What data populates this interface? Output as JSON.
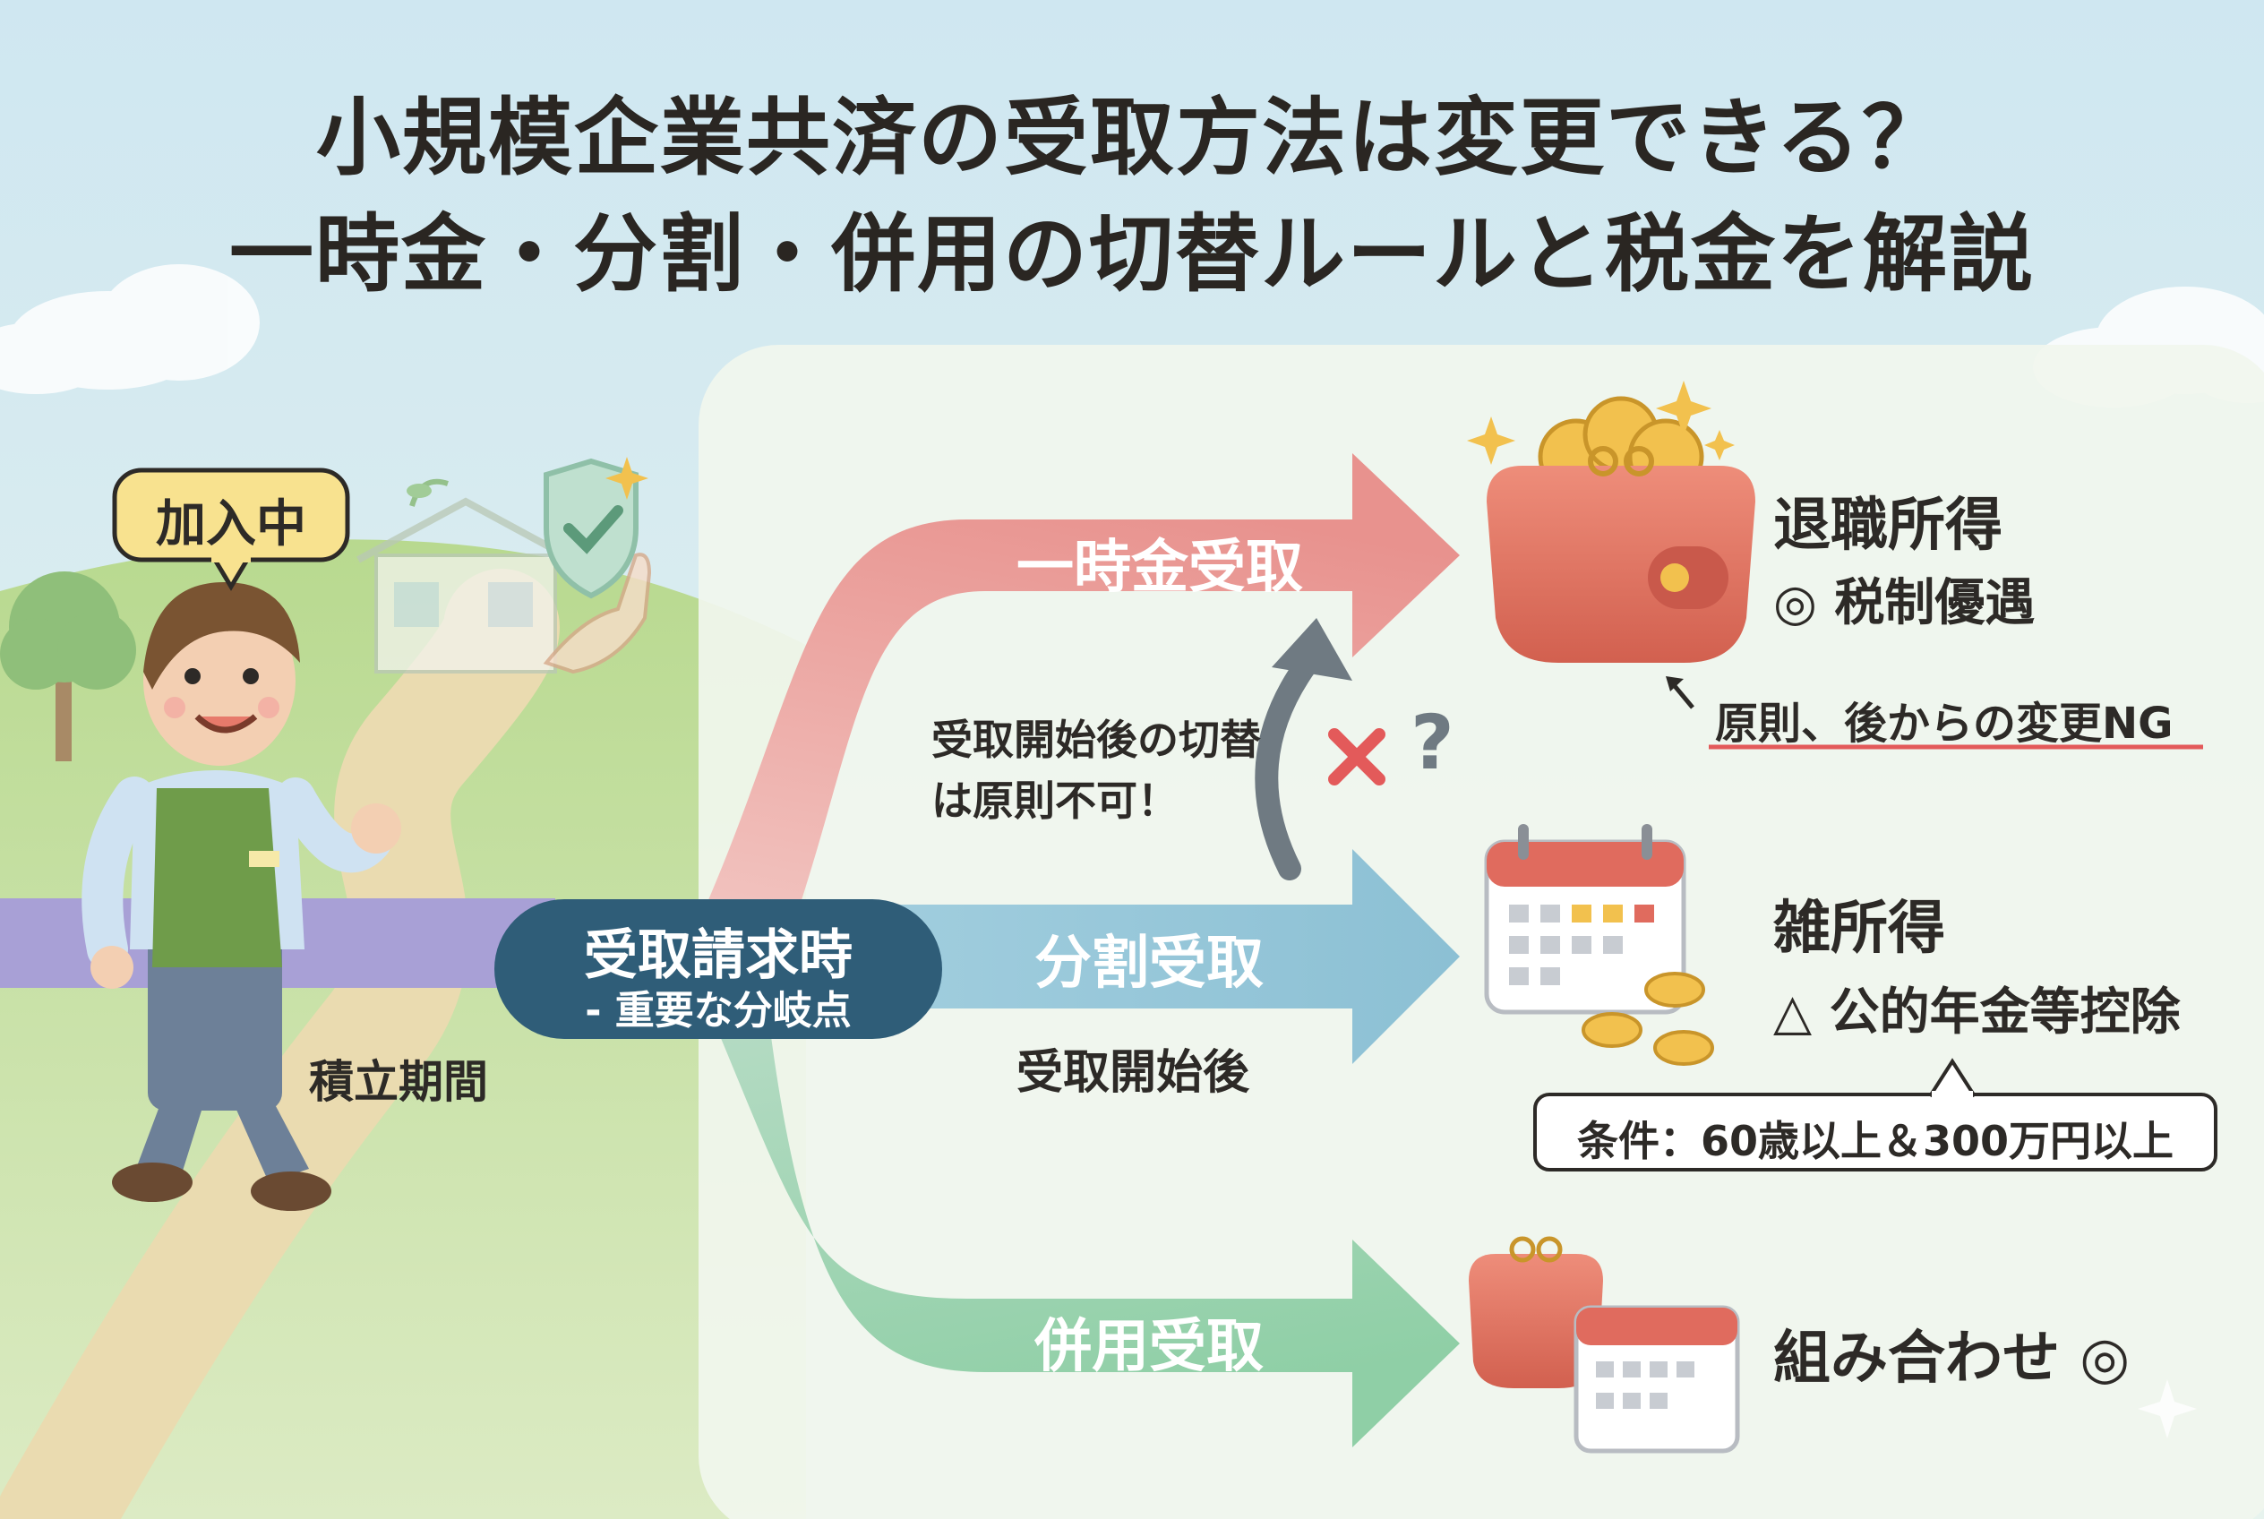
{
  "title": {
    "line1": "小規模企業共済の受取方法は変更できる？",
    "line2": "一時金・分割・併用の切替ルールと税金を解説"
  },
  "status_badge": "加入中",
  "period_label": "積立期間",
  "decision": {
    "title": "受取請求時",
    "subtitle": "- 重要な分岐点"
  },
  "routes": [
    {
      "label": "一時金受取",
      "income_type": "退職所得",
      "tax_note": "◎ 税制優遇",
      "color": "#e8928e"
    },
    {
      "label": "分割受取",
      "sub_label": "受取開始後",
      "income_type": "雑所得",
      "tax_note": "△ 公的年金等控除",
      "condition": "条件：60歳以上＆300万円以上",
      "color": "#8fc3d6"
    },
    {
      "label": "併用受取",
      "result": "組み合わせ ◎",
      "color": "#8fcfa6"
    }
  ],
  "switch_note": {
    "line1": "受取開始後の切替",
    "line2": "は原則不可！",
    "mark": "✕",
    "question": "?"
  },
  "change_rule": "原則、後からの変更NG",
  "colors": {
    "accent_red": "#e35a5a",
    "decision_bg": "#2f5d78",
    "character_apron": "#6f9c4a"
  }
}
